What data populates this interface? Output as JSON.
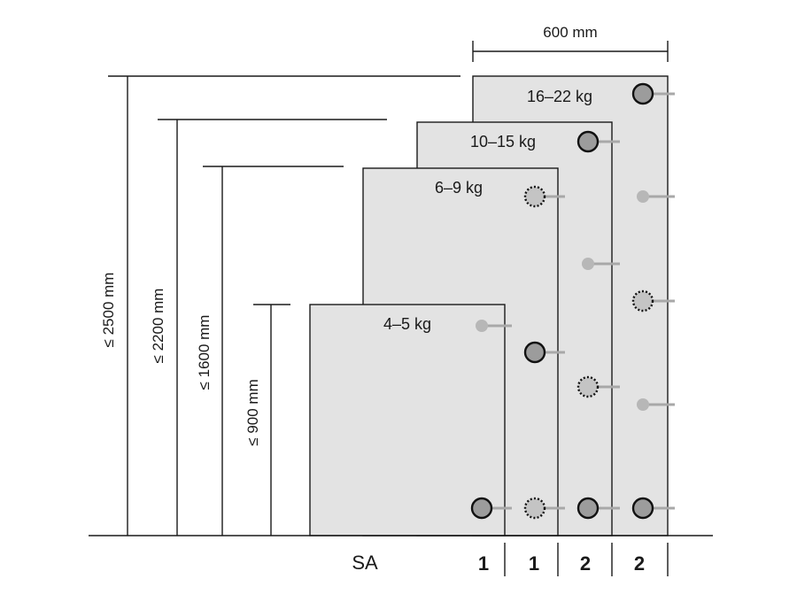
{
  "diagram": {
    "width_dimension": "600 mm",
    "panels": [
      {
        "weight": "4–5 kg"
      },
      {
        "weight": "6–9 kg"
      },
      {
        "weight": "10–15 kg"
      },
      {
        "weight": "16–22 kg"
      }
    ],
    "heights": [
      "≤ 2500 mm",
      "≤ 2200 mm",
      "≤ 1600 mm",
      "≤ 900 mm"
    ],
    "bottom_labels": [
      "SA",
      "1",
      "1",
      "2",
      "2"
    ],
    "legend_symbols": [
      "grey-dot",
      "solid-ring",
      "dotted-ring"
    ]
  }
}
